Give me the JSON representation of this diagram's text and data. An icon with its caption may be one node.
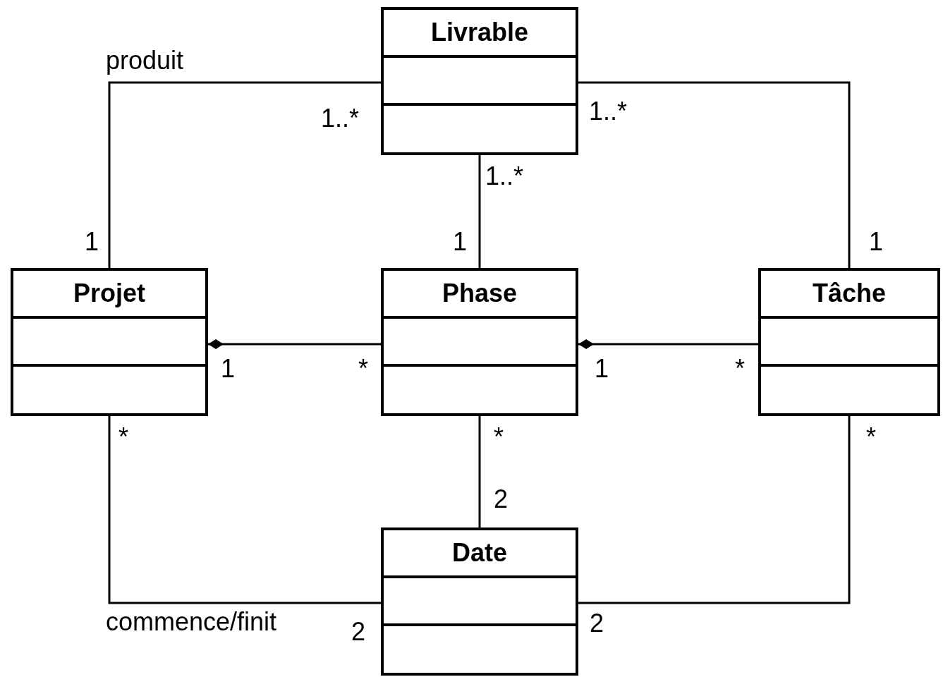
{
  "diagram": {
    "nodes": [
      {
        "text": [
          "Livrable"
        ]
      },
      {
        "text": [
          "Projet"
        ]
      },
      {
        "text": [
          "Phase"
        ]
      },
      {
        "text": [
          "Tâche"
        ]
      },
      {
        "text": [
          "Date"
        ]
      }
    ],
    "edges": [
      {
        "from": 1,
        "to": 0,
        "arrow": "none",
        "label": "produit"
      },
      {
        "from": 3,
        "to": 0,
        "arrow": "none"
      },
      {
        "from": 2,
        "to": 0,
        "arrow": "none"
      },
      {
        "from": 1,
        "to": 2,
        "arrow": "other"
      },
      {
        "from": 2,
        "to": 3,
        "arrow": "other"
      },
      {
        "from": 2,
        "to": 4,
        "arrow": "none"
      },
      {
        "from": 1,
        "to": 4,
        "arrow": "none",
        "label": "commence/finit"
      },
      {
        "from": 3,
        "to": 4,
        "arrow": "none"
      }
    ],
    "labels": [
      "1..*",
      "1..*",
      "1..*",
      "1",
      "1",
      "1",
      "1",
      "*",
      "1",
      "*",
      "*",
      "*",
      "*",
      "2",
      "2",
      "2"
    ]
  }
}
